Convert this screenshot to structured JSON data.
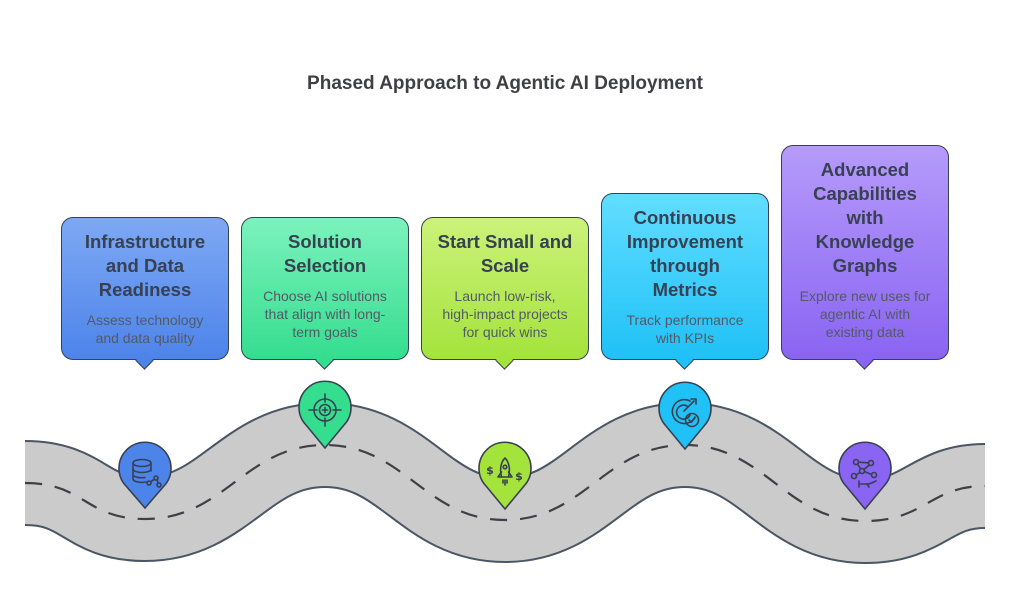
{
  "title": "Phased Approach to Agentic AI Deployment",
  "phases": [
    {
      "heading": "Infrastructure\nand Data\nReadiness",
      "description": "Assess technology\nand data quality",
      "icon": "database-network-icon",
      "color": "#4d84ea"
    },
    {
      "heading": "Solution\nSelection",
      "description": "Choose AI solutions\nthat align with long-\nterm goals",
      "icon": "target-crosshair-icon",
      "color": "#35dd8f"
    },
    {
      "heading": "Start Small and\nScale",
      "description": "Launch low-risk,\nhigh-impact projects\nfor quick wins",
      "icon": "rocket-dollar-icon",
      "color": "#a4e33c"
    },
    {
      "heading": "Continuous\nImprovement\nthrough\nMetrics",
      "description": "Track performance\nwith KPIs",
      "icon": "target-check-icon",
      "color": "#1fc1f7"
    },
    {
      "heading": "Advanced\nCapabilities\nwith\nKnowledge\nGraphs",
      "description": "Explore new uses for\nagentic AI with\nexisting data",
      "icon": "knowledge-graph-hand-icon",
      "color": "#8a64f2"
    }
  ]
}
